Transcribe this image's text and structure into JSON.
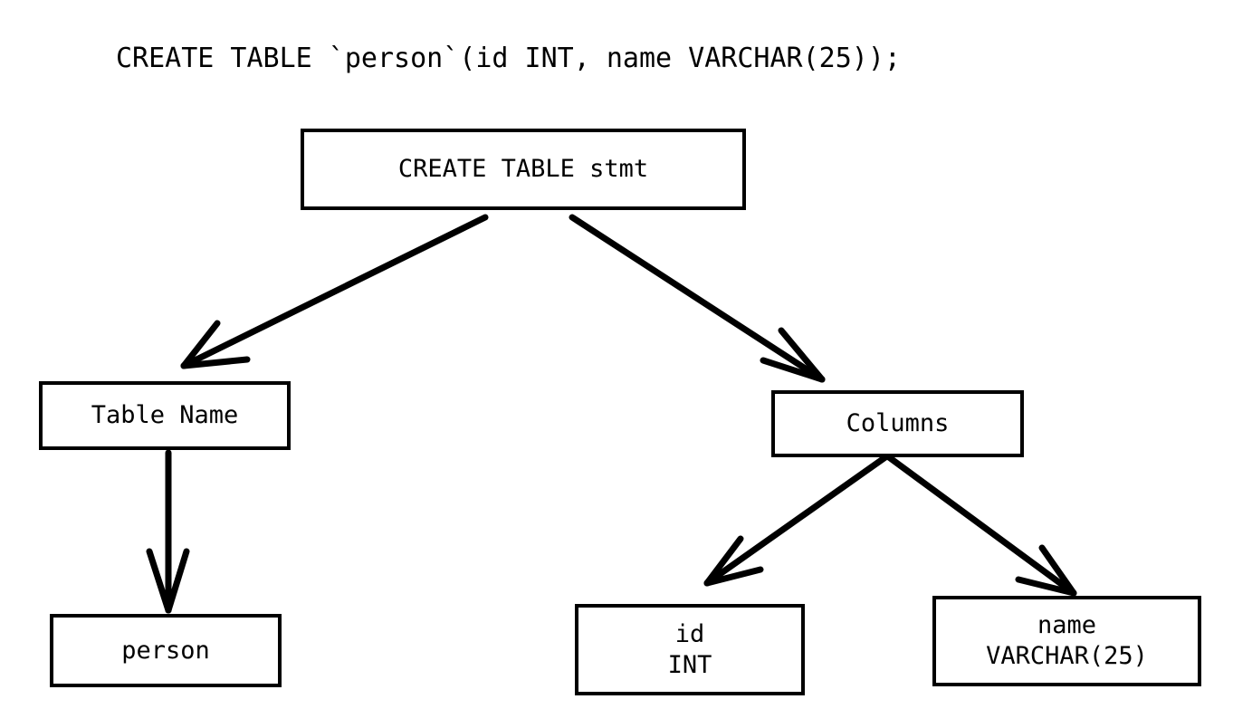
{
  "diagram": {
    "title": "CREATE TABLE `person`(id INT, name VARCHAR(25));",
    "background_color": "#ffffff",
    "stroke_color": "#000000",
    "nodes": [
      {
        "id": "root",
        "label": "CREATE TABLE stmt",
        "line1": "CREATE TABLE stmt",
        "line2": ""
      },
      {
        "id": "table_name",
        "label": "Table Name",
        "line1": "Table Name",
        "line2": ""
      },
      {
        "id": "person",
        "label": "person",
        "line1": "person",
        "line2": ""
      },
      {
        "id": "columns",
        "label": "Columns",
        "line1": "Columns",
        "line2": ""
      },
      {
        "id": "column_id",
        "label": "id INT",
        "line1": "id",
        "line2": "INT"
      },
      {
        "id": "column_name",
        "label": "name VARCHAR(25)",
        "line1": "name",
        "line2": "VARCHAR(25)"
      }
    ],
    "edges": [
      {
        "from": "root",
        "to": "table_name",
        "style": "arrow"
      },
      {
        "from": "root",
        "to": "columns",
        "style": "arrow"
      },
      {
        "from": "table_name",
        "to": "person",
        "style": "arrow"
      },
      {
        "from": "columns",
        "to": "column_id",
        "style": "arrow"
      },
      {
        "from": "columns",
        "to": "column_name",
        "style": "arrow"
      }
    ]
  }
}
